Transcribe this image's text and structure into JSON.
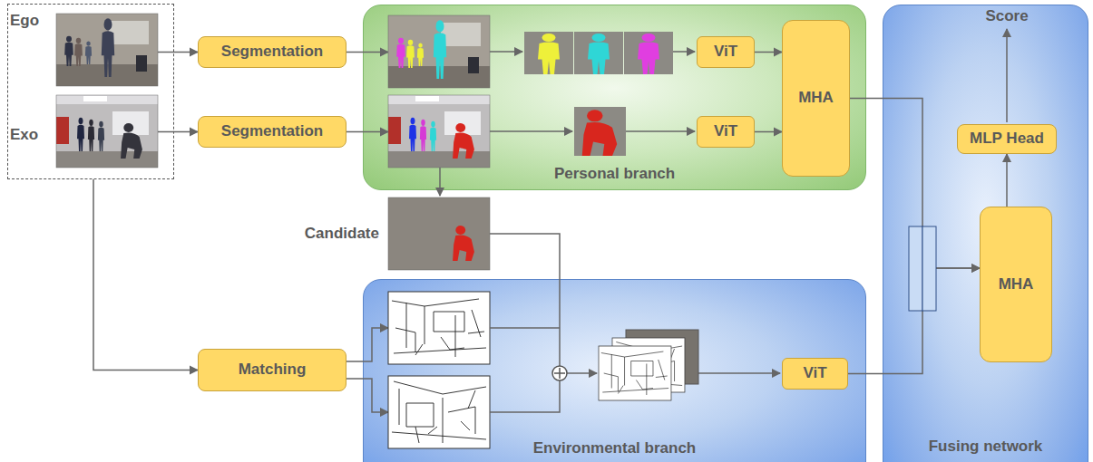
{
  "diagram": {
    "nodes": [
      {
        "text": [
          "Ego",
          "Exo"
        ]
      },
      {
        "text": [
          "Segmentation"
        ]
      },
      {
        "text": [
          "Segmentation"
        ]
      },
      {
        "text": [
          "Personal branch"
        ]
      },
      {
        "text": [
          "ViT"
        ],
        "in": 3
      },
      {
        "text": [
          "ViT"
        ],
        "in": 3
      },
      {
        "text": [
          "MHA"
        ],
        "in": 3
      },
      {
        "text": [
          "Matching"
        ]
      },
      {
        "text": [
          "Environmental branch"
        ]
      },
      {
        "text": [
          "ViT"
        ],
        "in": 8
      },
      {
        "text": [
          "Fusing network"
        ]
      },
      {
        "text": [
          "MLP Head"
        ],
        "in": 10
      },
      {
        "text": [
          "MHA"
        ],
        "in": 10
      }
    ],
    "edges": [
      {
        "from": 0,
        "to": 1,
        "arrow": "to"
      },
      {
        "from": 0,
        "to": 2,
        "arrow": "to"
      },
      {
        "from": 1,
        "to": 3,
        "arrow": "to"
      },
      {
        "from": 2,
        "to": 3,
        "arrow": "to"
      },
      {
        "from": 4,
        "to": 6,
        "arrow": "to"
      },
      {
        "from": 5,
        "to": 6,
        "arrow": "to"
      },
      {
        "from": 0,
        "to": 7,
        "arrow": "to"
      },
      {
        "from": 7,
        "to": 8,
        "arrow": "to"
      },
      {
        "from": 7,
        "to": 8,
        "arrow": "to"
      },
      {
        "from": 6,
        "to": 12,
        "arrow": "to"
      },
      {
        "from": 9,
        "to": 12,
        "arrow": "to"
      },
      {
        "from": 12,
        "to": 11,
        "arrow": "to"
      }
    ],
    "labels": [
      "Candidate",
      "Score"
    ]
  }
}
